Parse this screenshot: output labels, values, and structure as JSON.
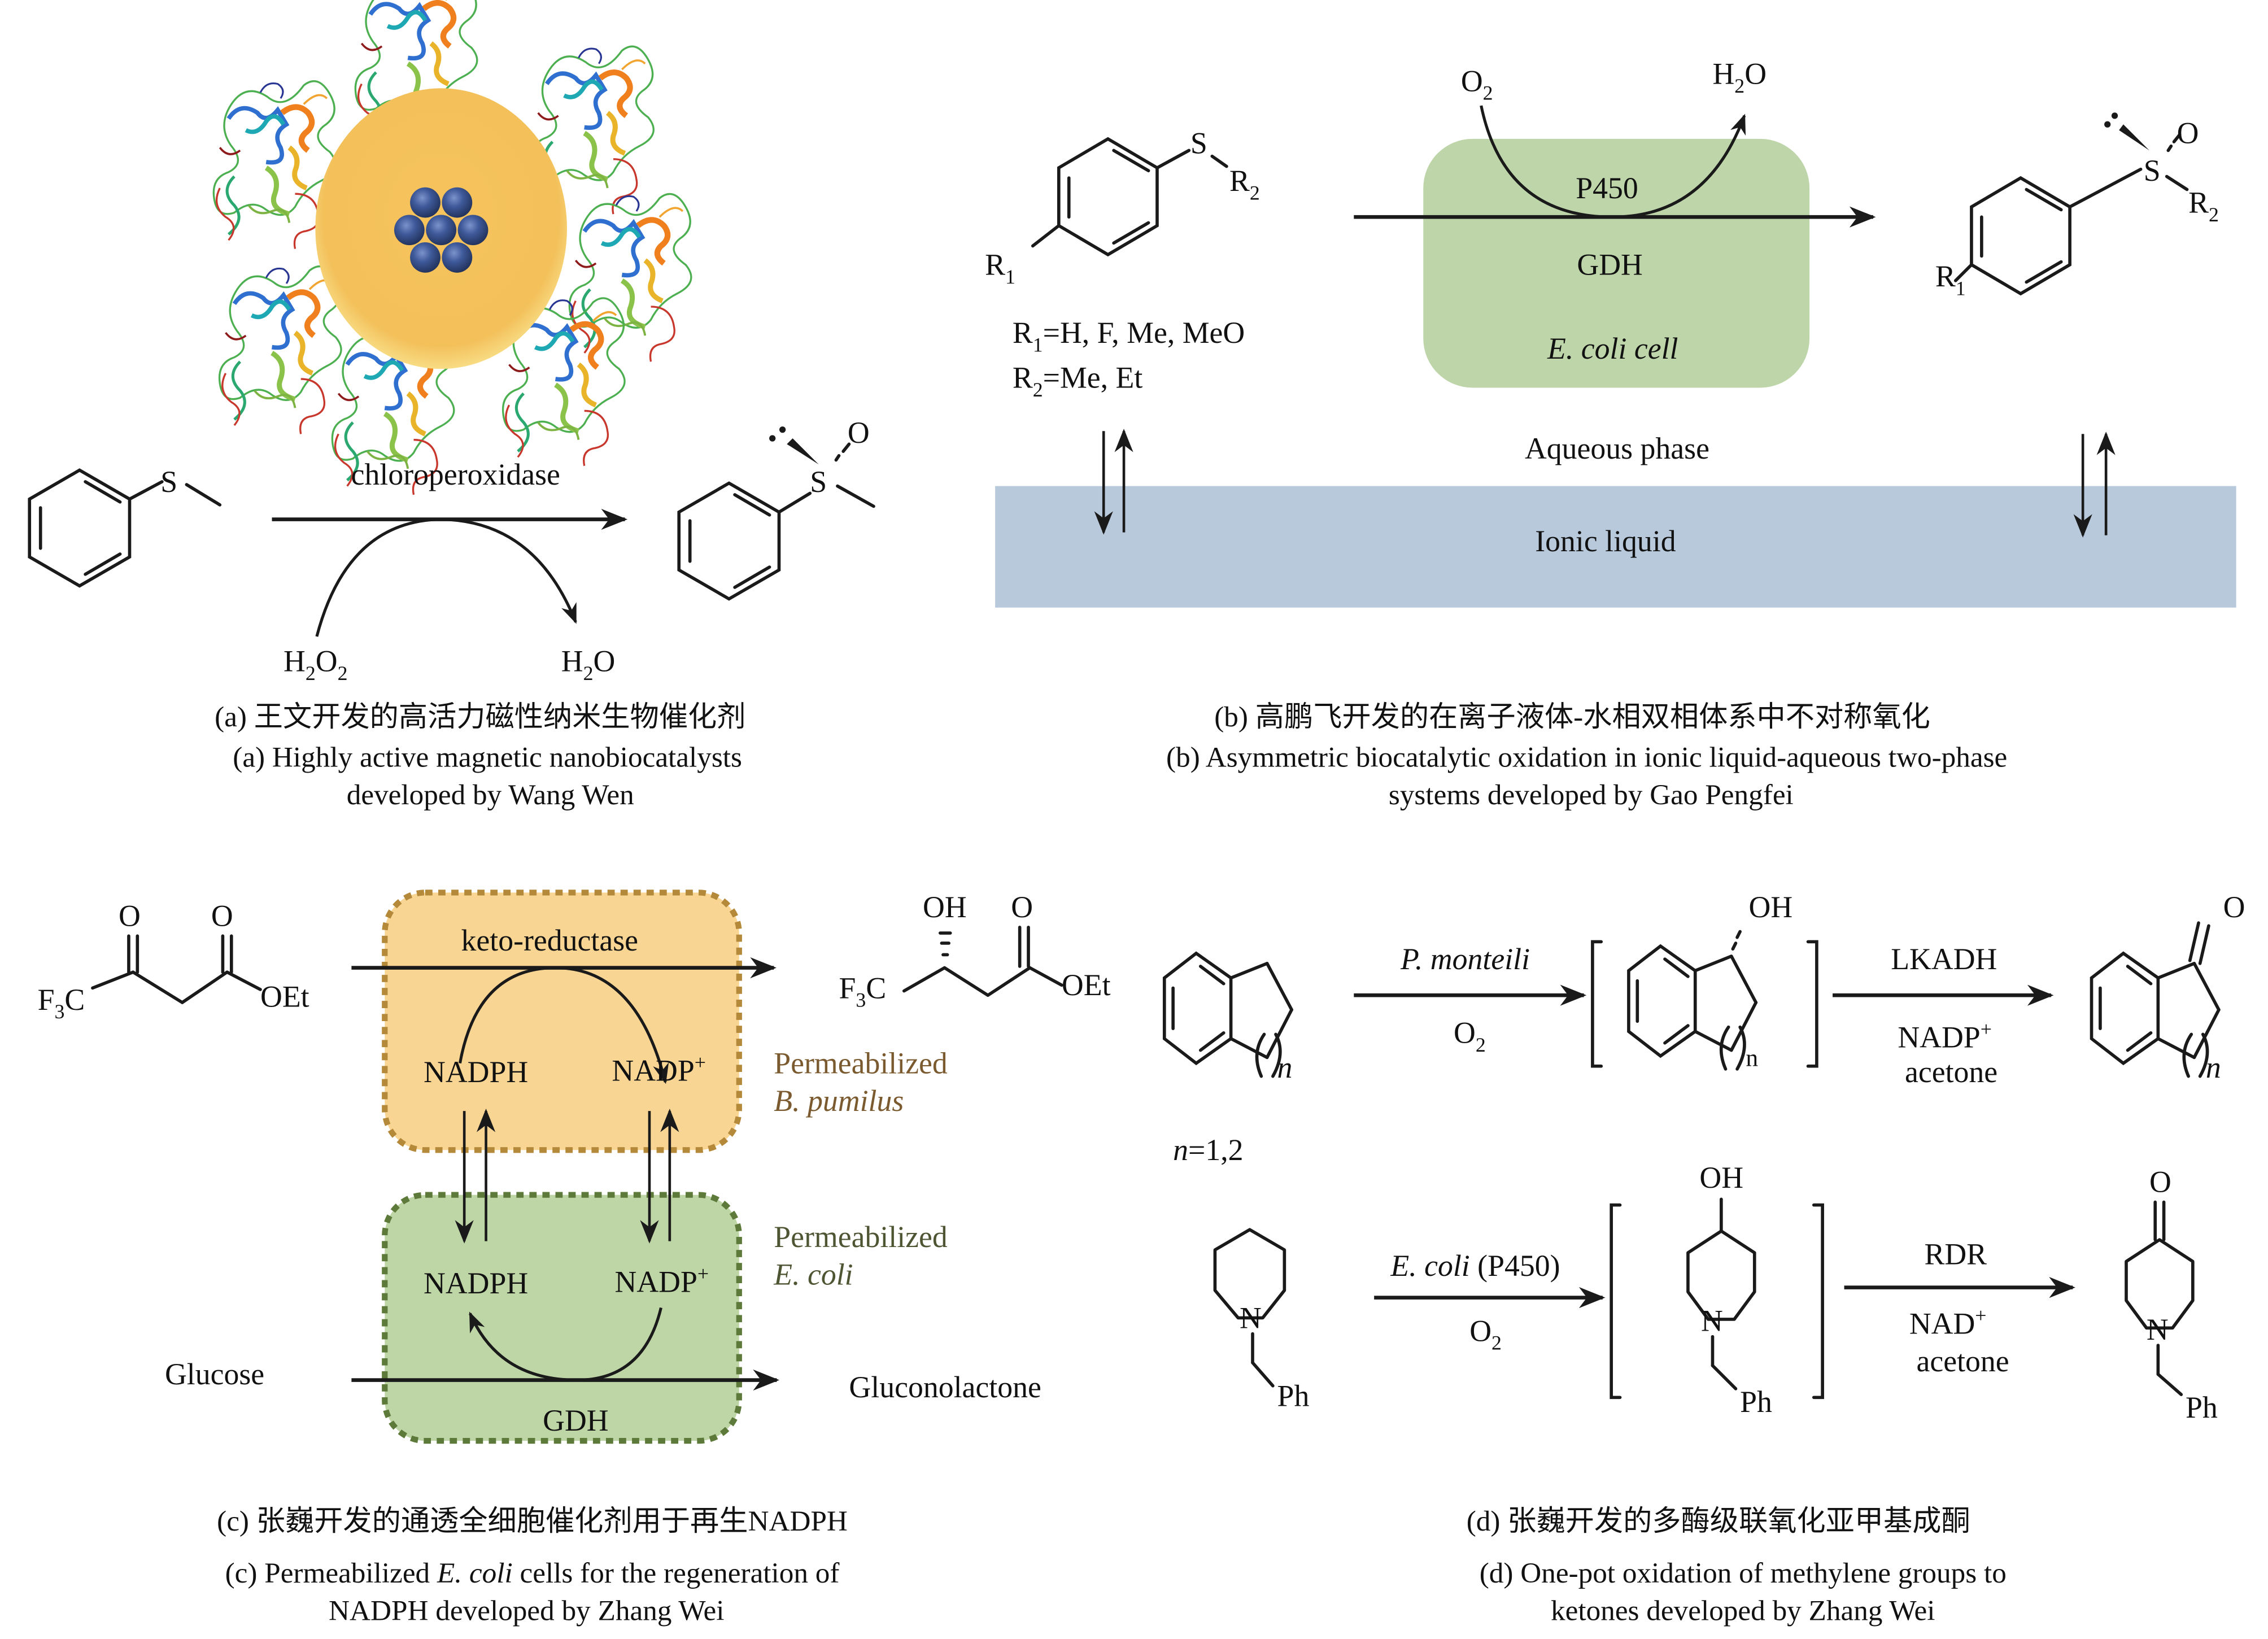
{
  "colors": {
    "sphere": "#f4c15b",
    "nanoparticle": "#3f5a9a",
    "cell_green": "#bdd5a8",
    "ionic_liquid": "#b8c9dc",
    "box_orange_fill": "#f8d593",
    "box_orange_border": "#b5893a",
    "box_green_fill": "#bed5a6",
    "box_green_border": "#5e7a3a",
    "label_brown": "#7a5a2e",
    "label_olive": "#4e5533"
  },
  "panel_a": {
    "enzyme": "chloroperoxidase",
    "substrate_atom": "S",
    "product_atoms": {
      "s": "S",
      "o": "O"
    },
    "cosubstrate": {
      "main": "H",
      "sub1": "2",
      "mid": "O",
      "sub2": "2"
    },
    "coproduct": {
      "main": "H",
      "sub": "2",
      "tail": "O"
    },
    "caption_zh": "(a)  王文开发的高活力磁性纳米生物催化剂",
    "caption_en_1": "(a) Highly active magnetic nanobiocatalysts",
    "caption_en_2": "developed by Wang Wen"
  },
  "panel_b": {
    "substrate": {
      "s": "S",
      "r2": "R",
      "r2_sub": "2",
      "r1": "R",
      "r1_sub": "1"
    },
    "substituents_1": {
      "r": "R",
      "sub": "1",
      "text": "=H, F, Me, MeO"
    },
    "substituents_2": {
      "r": "R",
      "sub": "2",
      "text": "=Me, Et"
    },
    "o2": {
      "main": "O",
      "sub": "2"
    },
    "h2o": {
      "main": "H",
      "sub": "2",
      "tail": "O"
    },
    "enzyme_1": "P450",
    "enzyme_2": "GDH",
    "cell_label": "E. coli cell",
    "aqueous_label": "Aqueous phase",
    "ionic_label": "Ionic liquid",
    "product": {
      "s": "S",
      "o": "O",
      "r2": "R",
      "r2_sub": "2",
      "r1": "R",
      "r1_sub": "1"
    },
    "caption_zh": "(b)  高鹏飞开发的在离子液体-水相双相体系中不对称氧化",
    "caption_en_1": "(b) Asymmetric biocatalytic oxidation in ionic liquid-aqueous two-phase",
    "caption_en_2": "systems developed by Gao Pengfei"
  },
  "panel_c": {
    "substrate": {
      "o1": "O",
      "o2": "O",
      "f3c": "F",
      "f3c_sub": "3",
      "f3c_tail": "C",
      "oet": "OEt"
    },
    "enzyme": "keto-reductase",
    "product": {
      "oh": "OH",
      "o": "O",
      "f3c": "F",
      "f3c_sub": "3",
      "f3c_tail": "C",
      "oet": "OEt"
    },
    "nadph": "NADPH",
    "nadp": "NADP",
    "nadp_sup": "+",
    "box_top_label_1": "Permeabilized",
    "box_top_label_2": "B. pumilus",
    "box_bottom_label_1": "Permeabilized",
    "box_bottom_label_2": "E. coli",
    "glucose": "Glucose",
    "gluconolactone": "Gluconolactone",
    "gdh": "GDH",
    "caption_zh": "(c)  张巍开发的通透全细胞催化剂用于再生NADPH",
    "caption_en_1_pre": "(c) Permeabilized ",
    "caption_en_1_it": "E. coli",
    "caption_en_1_post": " cells for the regeneration of",
    "caption_en_2": "NADPH developed by Zhang Wei"
  },
  "panel_d": {
    "row1": {
      "n_label": "n",
      "n_values_var": "n",
      "n_values": "=1,2",
      "reagent_top": "P. monteili",
      "reagent_bottom": {
        "main": "O",
        "sub": "2"
      },
      "intermediate_oh": "OH",
      "intermediate_n": "n",
      "step2_top": "LKADH",
      "step2_bottom_1": "NADP",
      "step2_bottom_1_sup": "+",
      "step2_bottom_2": "acetone",
      "product_o": "O",
      "product_n": "n"
    },
    "row2": {
      "n_atom": "N",
      "ph": "Ph",
      "reagent_top_it": "E. coli",
      "reagent_top_rest": " (P450)",
      "reagent_bottom": {
        "main": "O",
        "sub": "2"
      },
      "intermediate_oh": "OH",
      "step2_top": "RDR",
      "step2_bottom_1": "NAD",
      "step2_bottom_1_sup": "+",
      "step2_bottom_2": "acetone",
      "product_o": "O"
    },
    "caption_zh": "(d)  张巍开发的多酶级联氧化亚甲基成酮",
    "caption_en_1": "(d) One-pot oxidation of methylene groups to",
    "caption_en_2": "ketones developed by Zhang Wei"
  }
}
